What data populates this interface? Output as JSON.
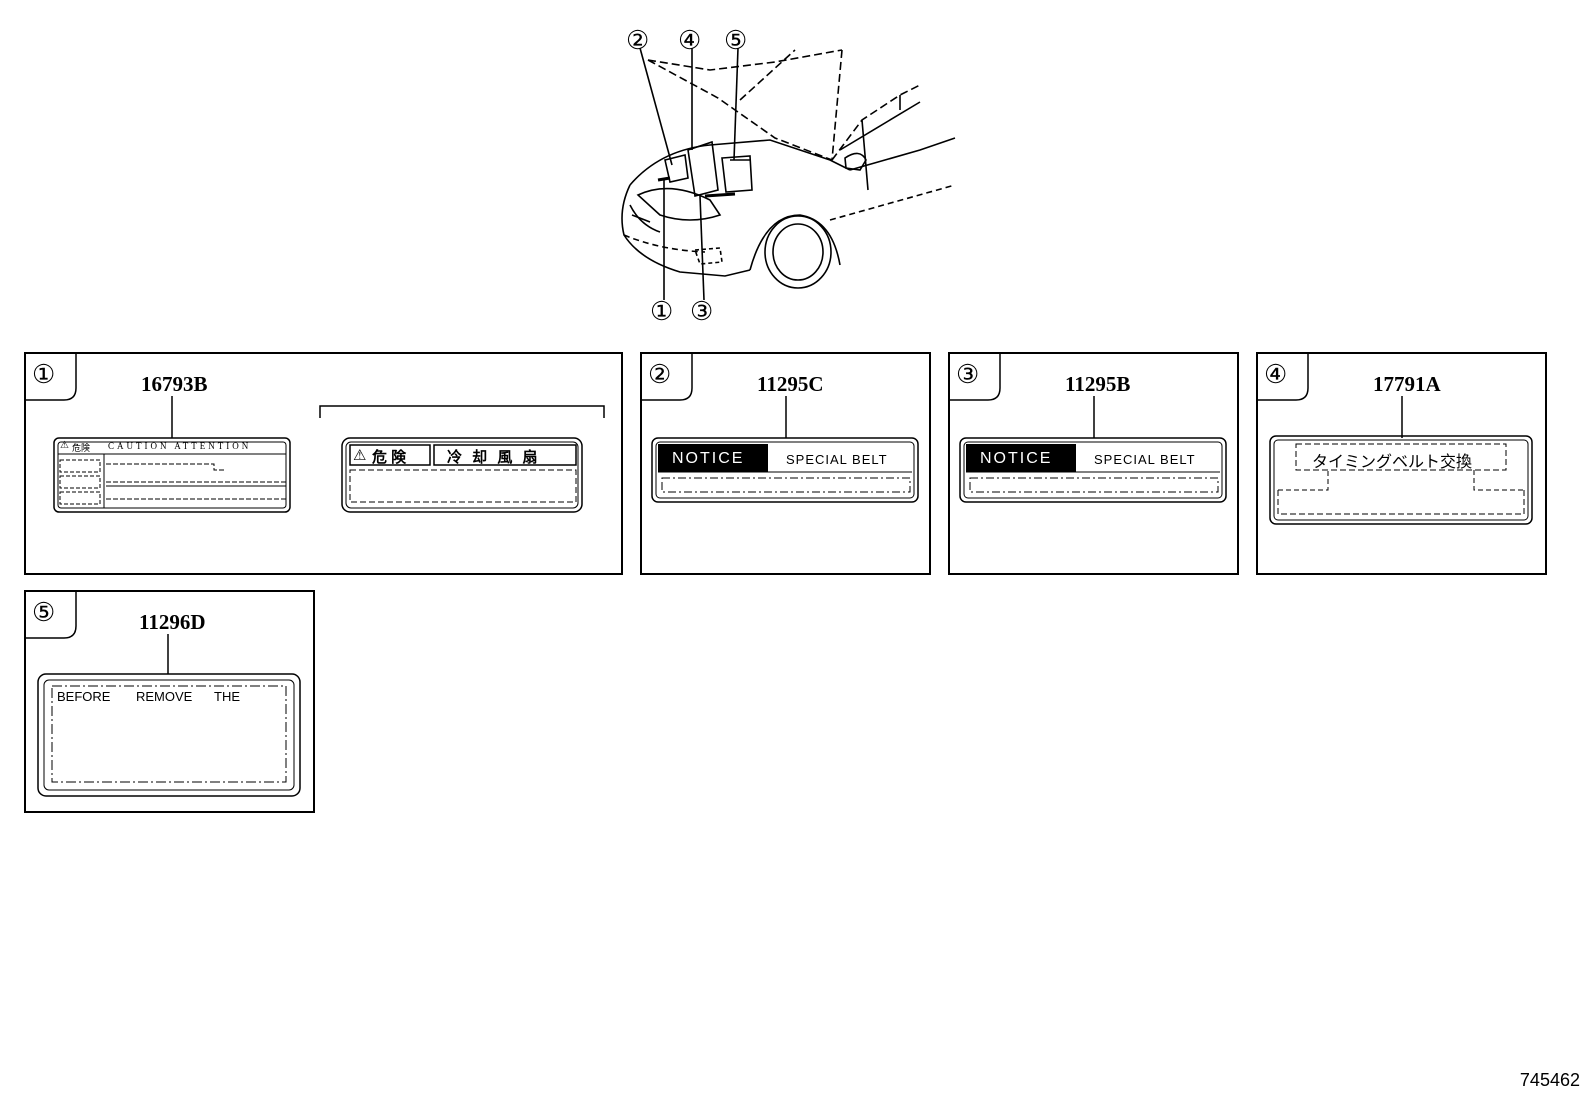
{
  "callouts": [
    "①",
    "②",
    "③",
    "④",
    "⑤"
  ],
  "panels": [
    {
      "index": "①",
      "part_number": "16793B",
      "label_a_header": "CAUTION ATTENTION",
      "label_a_warning_kanji": "危険",
      "label_b_header_left": "危 険",
      "label_b_header_right": "冷 却 風 扇"
    },
    {
      "index": "②",
      "part_number": "11295C",
      "notice": "NOTICE",
      "special_belt": "SPECIAL BELT"
    },
    {
      "index": "③",
      "part_number": "11295B",
      "notice": "NOTICE",
      "special_belt": "SPECIAL BELT"
    },
    {
      "index": "④",
      "part_number": "17791A",
      "text": "タイミングベルト交換"
    },
    {
      "index": "⑤",
      "part_number": "11296D",
      "words": [
        "BEFORE",
        "REMOVE",
        "THE"
      ]
    }
  ],
  "diagram_id": "745462"
}
